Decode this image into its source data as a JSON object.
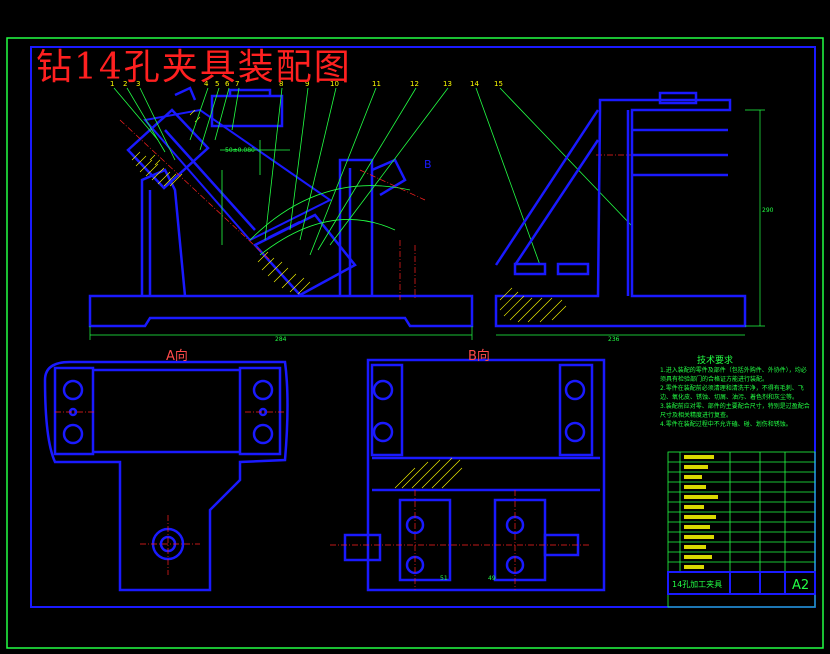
{
  "title": "钻14孔夹具装配图",
  "views": {
    "a_view": "A向",
    "b_view": "B向",
    "section_b": "B"
  },
  "balloons": [
    "1",
    "2",
    "3",
    "4",
    "5",
    "6",
    "7",
    "8",
    "9",
    "10",
    "11",
    "12",
    "13",
    "14",
    "15"
  ],
  "dimensions": {
    "main_width": "284",
    "side_width": "236",
    "side_height": "290",
    "angle_dim": "50±0.080",
    "bottom_dim_1": "51",
    "bottom_dim_2": "49"
  },
  "tech_requirements": {
    "title": "技术要求",
    "items": [
      "1.进入装配的零件及部件（包括外购件、外协件），均必须具有检验部门的合格证方能进行装配。",
      "2.零件在装配前必须清理和清洗干净，不得有毛刺、飞边、氧化皮、锈蚀、切屑、油污、着色剂和灰尘等。",
      "3.装配前应对零、部件的主要配合尺寸，特别是过盈配合尺寸及相关精度进行复查。",
      "4.零件在装配过程中不允许磕、碰、划伤和锈蚀。"
    ]
  },
  "title_block": {
    "name": "14孔加工夹具",
    "sheet": "A2"
  },
  "colors": {
    "outline": "#1a1aff",
    "annotation": "#22ff44",
    "title": "#ff2020",
    "centerline": "#ff2020",
    "highlight": "#ffff00",
    "border": "#22ff44"
  }
}
